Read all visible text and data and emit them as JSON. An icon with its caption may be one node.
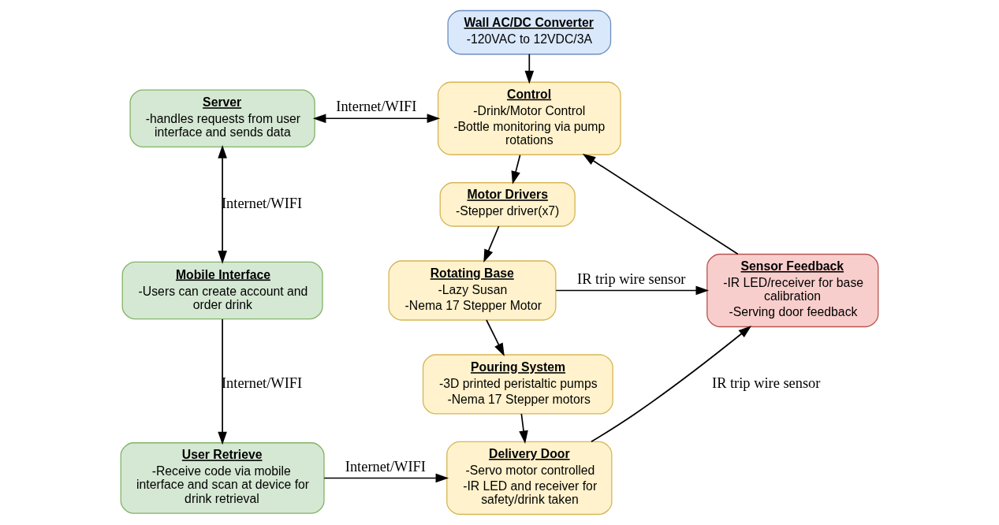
{
  "diagram": {
    "nodes": [
      {
        "text": [
          "Wall AC/DC Converter",
          "-120VAC to 12VDC/3A"
        ]
      },
      {
        "text": [
          "Control",
          "-Drink/Motor Control",
          "-Bottle monitoring via pump rotations"
        ]
      },
      {
        "text": [
          "Server",
          "-handles requests from user interface and sends data"
        ]
      },
      {
        "text": [
          "Motor Drivers",
          "-Stepper driver(x7)"
        ]
      },
      {
        "text": [
          "Mobile Interface",
          "-Users can create account and order drink"
        ]
      },
      {
        "text": [
          "Rotating Base",
          "-Lazy Susan",
          "-Nema 17 Stepper Motor"
        ]
      },
      {
        "text": [
          "Sensor Feedback",
          "-IR LED/receiver for base calibration",
          "-Serving door feedback"
        ]
      },
      {
        "text": [
          "Pouring System",
          "-3D printed peristaltic pumps",
          "-Nema 17 Stepper motors"
        ]
      },
      {
        "text": [
          "User Retrieve",
          "-Receive code via mobile interface and scan at device for drink retrieval"
        ]
      },
      {
        "text": [
          "Delivery Door",
          "-Servo motor controlled",
          "-IR LED and receiver for safety/drink taken"
        ]
      }
    ],
    "edges": [
      {
        "from": 0,
        "to": 1,
        "arrow": "to"
      },
      {
        "from": 2,
        "to": 1,
        "arrow": "both",
        "label": "Internet/WIFI"
      },
      {
        "from": 1,
        "to": 3,
        "arrow": "to"
      },
      {
        "from": 3,
        "to": 5,
        "arrow": "to"
      },
      {
        "from": 5,
        "to": 7,
        "arrow": "to"
      },
      {
        "from": 7,
        "to": 9,
        "arrow": "to"
      },
      {
        "from": 5,
        "to": 6,
        "arrow": "to",
        "label": "IR trip wire sensor"
      },
      {
        "from": 9,
        "to": 6,
        "arrow": "to",
        "label": "IR trip wire sensor"
      },
      {
        "from": 6,
        "to": 1,
        "arrow": "to"
      },
      {
        "from": 2,
        "to": 4,
        "arrow": "both",
        "label": "Internet/WIFI"
      },
      {
        "from": 4,
        "to": 8,
        "arrow": "to",
        "label": "Internet/WIFI"
      },
      {
        "from": 8,
        "to": 9,
        "arrow": "to",
        "label": "Internet/WIFI"
      }
    ]
  }
}
